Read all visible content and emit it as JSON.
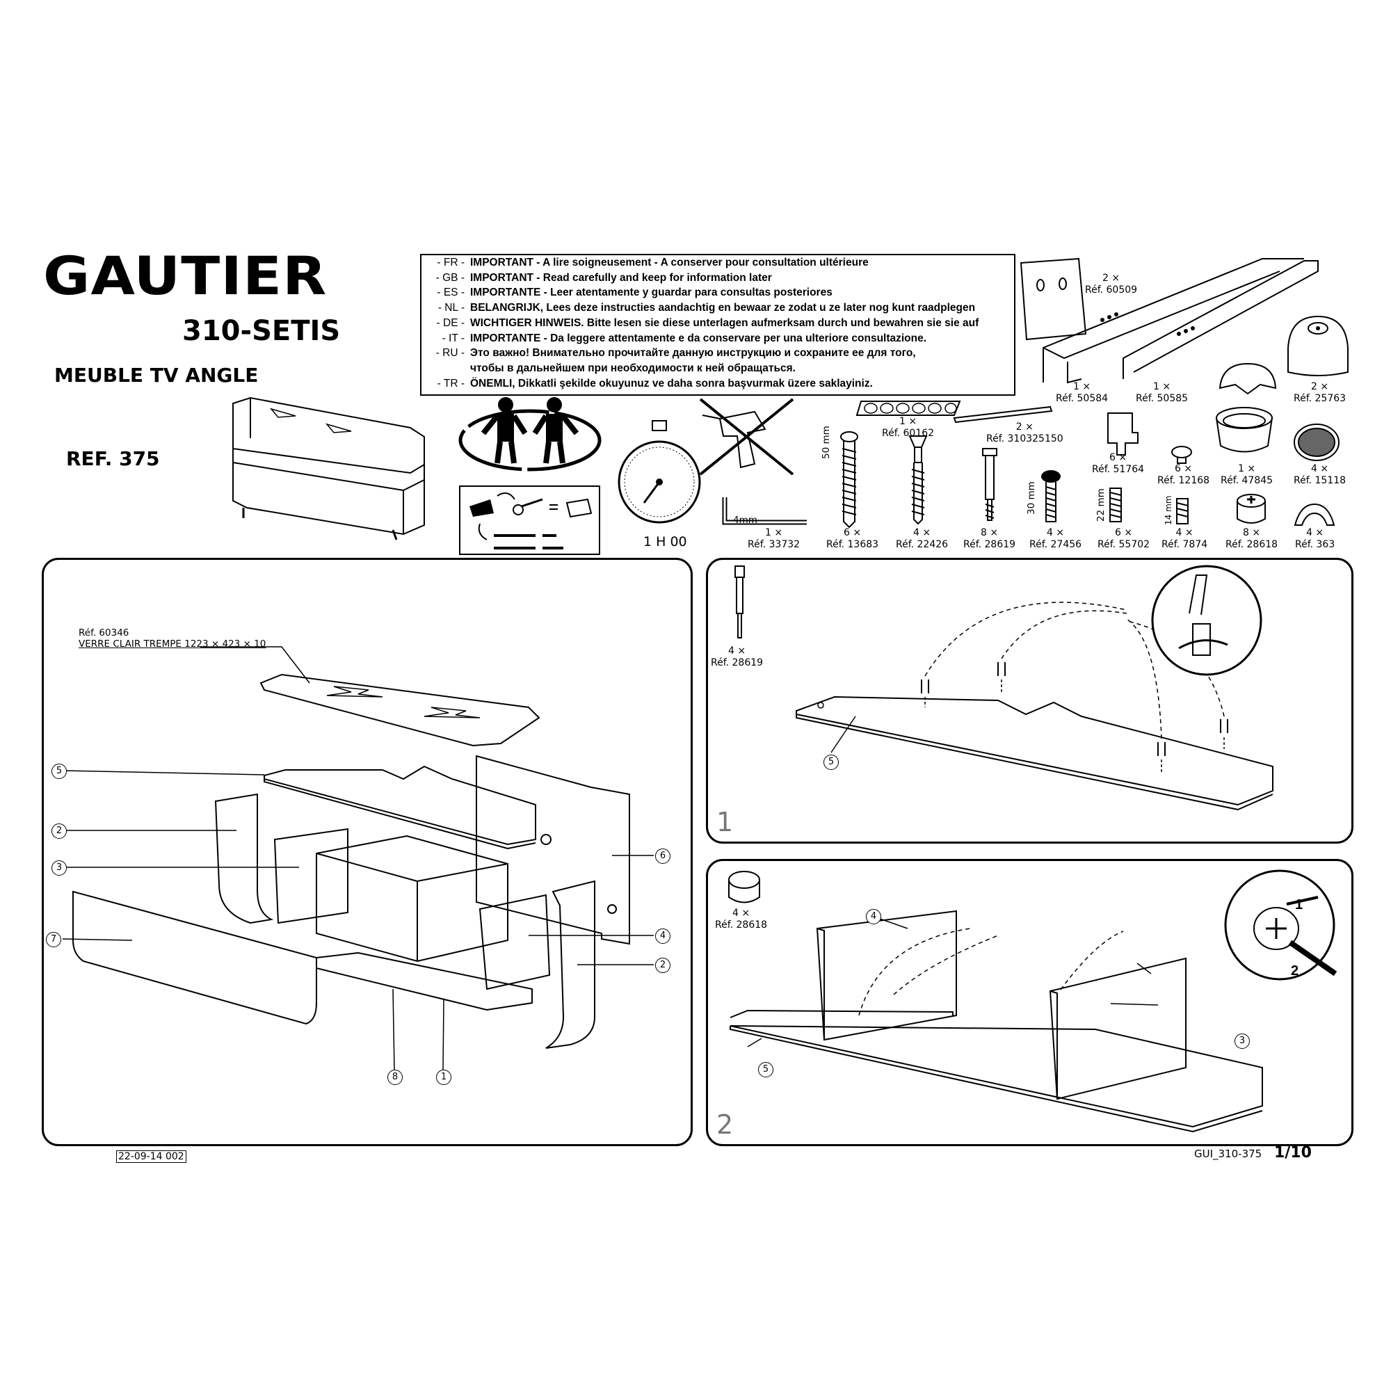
{
  "header": {
    "brand": "GAUTIER",
    "model": "310-SETIS",
    "product": "MEUBLE TV ANGLE",
    "ref": "REF. 375"
  },
  "notice": [
    {
      "code": "- FR -",
      "text": "IMPORTANT - A lire soigneusement - A conserver pour consultation ultérieure"
    },
    {
      "code": "- GB -",
      "text": "IMPORTANT - Read carefully and keep for information later"
    },
    {
      "code": "- ES -",
      "text": "IMPORTANTE - Leer atentamente y guardar para consultas posteriores"
    },
    {
      "code": "- NL -",
      "text": "BELANGRIJK, Lees deze instructies aandachtig en bewaar ze zodat u ze later nog kunt raadplegen"
    },
    {
      "code": "- DE -",
      "text": "WICHTIGER HINWEIS. Bitte lesen sie diese unterlagen aufmerksam durch und bewahren sie sie auf"
    },
    {
      "code": "- IT -",
      "text": "IMPORTANTE - Da leggere attentamente e da conservare per una ulteriore consultazione."
    },
    {
      "code": "- RU -",
      "text": "Это важно! Внимательно прочитайте данную инструкцию и сохраните ее для того,"
    },
    {
      "code": "",
      "text": "чтобы в дальнейшем при необходимости к ней обращаться."
    },
    {
      "code": "- TR -",
      "text": "ÖNEMLI, Dikkatli şekilde okuyunuz ve daha sonra başvurmak üzere saklayiniz."
    }
  ],
  "time": "1 H 00",
  "parts": {
    "p60509": {
      "qty": "2 ×",
      "ref": "Réf. 60509"
    },
    "p50584": {
      "qty": "1 ×",
      "ref": "Réf. 50584"
    },
    "p50585": {
      "qty": "1 ×",
      "ref": "Réf. 50585"
    },
    "p25763": {
      "qty": "2 ×",
      "ref": "Réf. 25763"
    },
    "p60162": {
      "qty": "1 ×",
      "ref": "Réf. 60162"
    },
    "p310325150": {
      "qty": "2 ×",
      "ref": "Réf. 310325150"
    },
    "p51764": {
      "qty": "6 ×",
      "ref": "Réf. 51764"
    },
    "p12168": {
      "qty": "6 ×",
      "ref": "Réf. 12168"
    },
    "p47845": {
      "qty": "1 ×",
      "ref": "Réf. 47845"
    },
    "p15118": {
      "qty": "4 ×",
      "ref": "Réf. 15118"
    },
    "p33732": {
      "qty": "1 ×",
      "ref": "Réf. 33732",
      "size": "4mm"
    },
    "p13683": {
      "qty": "6 ×",
      "ref": "Réf. 13683",
      "size": "50 mm"
    },
    "p22426": {
      "qty": "4 ×",
      "ref": "Réf. 22426"
    },
    "p28619": {
      "qty": "8 ×",
      "ref": "Réf. 28619"
    },
    "p27456": {
      "qty": "4 ×",
      "ref": "Réf. 27456",
      "size": "30 mm"
    },
    "p55702": {
      "qty": "6 ×",
      "ref": "Réf. 55702",
      "size": "22 mm"
    },
    "p7874": {
      "qty": "4 ×",
      "ref": "Réf. 7874",
      "size": "14 mm"
    },
    "p28618": {
      "qty": "8 ×",
      "ref": "Réf. 28618"
    },
    "p363": {
      "qty": "4 ×",
      "ref": "Réf. 363"
    }
  },
  "exploded": {
    "glass_ref": "Réf. 60346",
    "glass_desc": "VERRE CLAIR TREMPE 1223 × 423 × 10",
    "labels": [
      "5",
      "2",
      "3",
      "7",
      "6",
      "4",
      "2",
      "8",
      "1"
    ]
  },
  "step1": {
    "number": "1",
    "qty": "4 ×",
    "ref": "Réf. 28619",
    "label": "5"
  },
  "step2": {
    "number": "2",
    "qty": "4 ×",
    "ref": "Réf. 28618",
    "labels": [
      "4",
      "5",
      "3"
    ],
    "arrow1": "1",
    "arrow2": "2"
  },
  "footer": {
    "date": "22-09-14 002",
    "code": "GUI_310-375",
    "page": "1/10"
  }
}
